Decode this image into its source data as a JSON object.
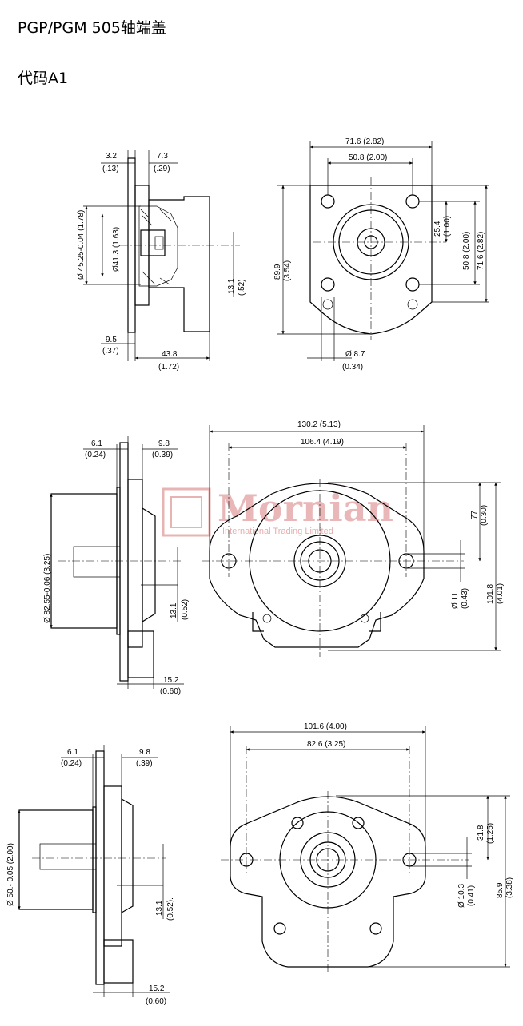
{
  "header": {
    "title": "PGP/PGM 505轴端盖",
    "code": "代码A1"
  },
  "watermark": {
    "logo_text": "Mornian",
    "sub_text": "International Trading Limited",
    "color": "#e2a0a0"
  },
  "drawing1": {
    "side": {
      "d_top_left": "3.2",
      "d_top_left_in": "(.13)",
      "d_top_right": "7.3",
      "d_top_right_in": "(.29)",
      "dia_outer": "Ø 45.25-0.04 (1.78)",
      "dia_inner": "Ø41.3 (1.63)",
      "d_shaft": "13.1",
      "d_shaft_in": "(.52)",
      "d_bottom_left": "9.5",
      "d_bottom_left_in": "(.37)",
      "d_bottom": "43.8",
      "d_bottom_in": "(1.72)"
    },
    "front": {
      "w_outer": "71.6 (2.82)",
      "w_inner": "50.8 (2.00)",
      "h_total": "89.9",
      "h_total_in": "(3.54)",
      "h_half": "25.4",
      "h_half_in": "(1.00)",
      "h_holes": "50.8 (2.00)",
      "h_outer": "71.6 (2.82)",
      "hole_dia": "Ø 8.7",
      "hole_dia_in": "(0.34)"
    }
  },
  "drawing2": {
    "side": {
      "d_left": "6.1",
      "d_left_in": "(0.24)",
      "d_right": "9.8",
      "d_right_in": "(0.39)",
      "dia": "Ø 82.55-0.06 (3.25)",
      "d_shaft": "13.1",
      "d_shaft_in": "(0.52)",
      "d_bottom": "15.2",
      "d_bottom_in": "(0.60)"
    },
    "front": {
      "w_outer": "130.2 (5.13)",
      "w_inner": "106.4 (4.19)",
      "h_upper": "77",
      "h_upper_in": "(0.30)",
      "hole_dia": "Ø 11.",
      "hole_dia_in": "(0.43)",
      "h_total": "101.8",
      "h_total_in": "(4.01)"
    }
  },
  "drawing3": {
    "side": {
      "d_left": "6.1",
      "d_left_in": "(0.24)",
      "d_right": "9.8",
      "d_right_in": "(.39)",
      "dia": "Ø 50.- 0.05 (2.00)",
      "d_shaft": "13.1",
      "d_shaft_in": "(0.52).",
      "d_bottom": "15.2",
      "d_bottom_in": "(0.60)"
    },
    "front": {
      "w_outer": "101.6 (4.00)",
      "w_inner": "82.6 (3.25)",
      "h_upper": "31.8",
      "h_upper_in": "(1.25)",
      "hole_dia": "Ø 10.3",
      "hole_dia_in": "(0.41)",
      "h_total": "85.9",
      "h_total_in": "(3.38)"
    }
  }
}
